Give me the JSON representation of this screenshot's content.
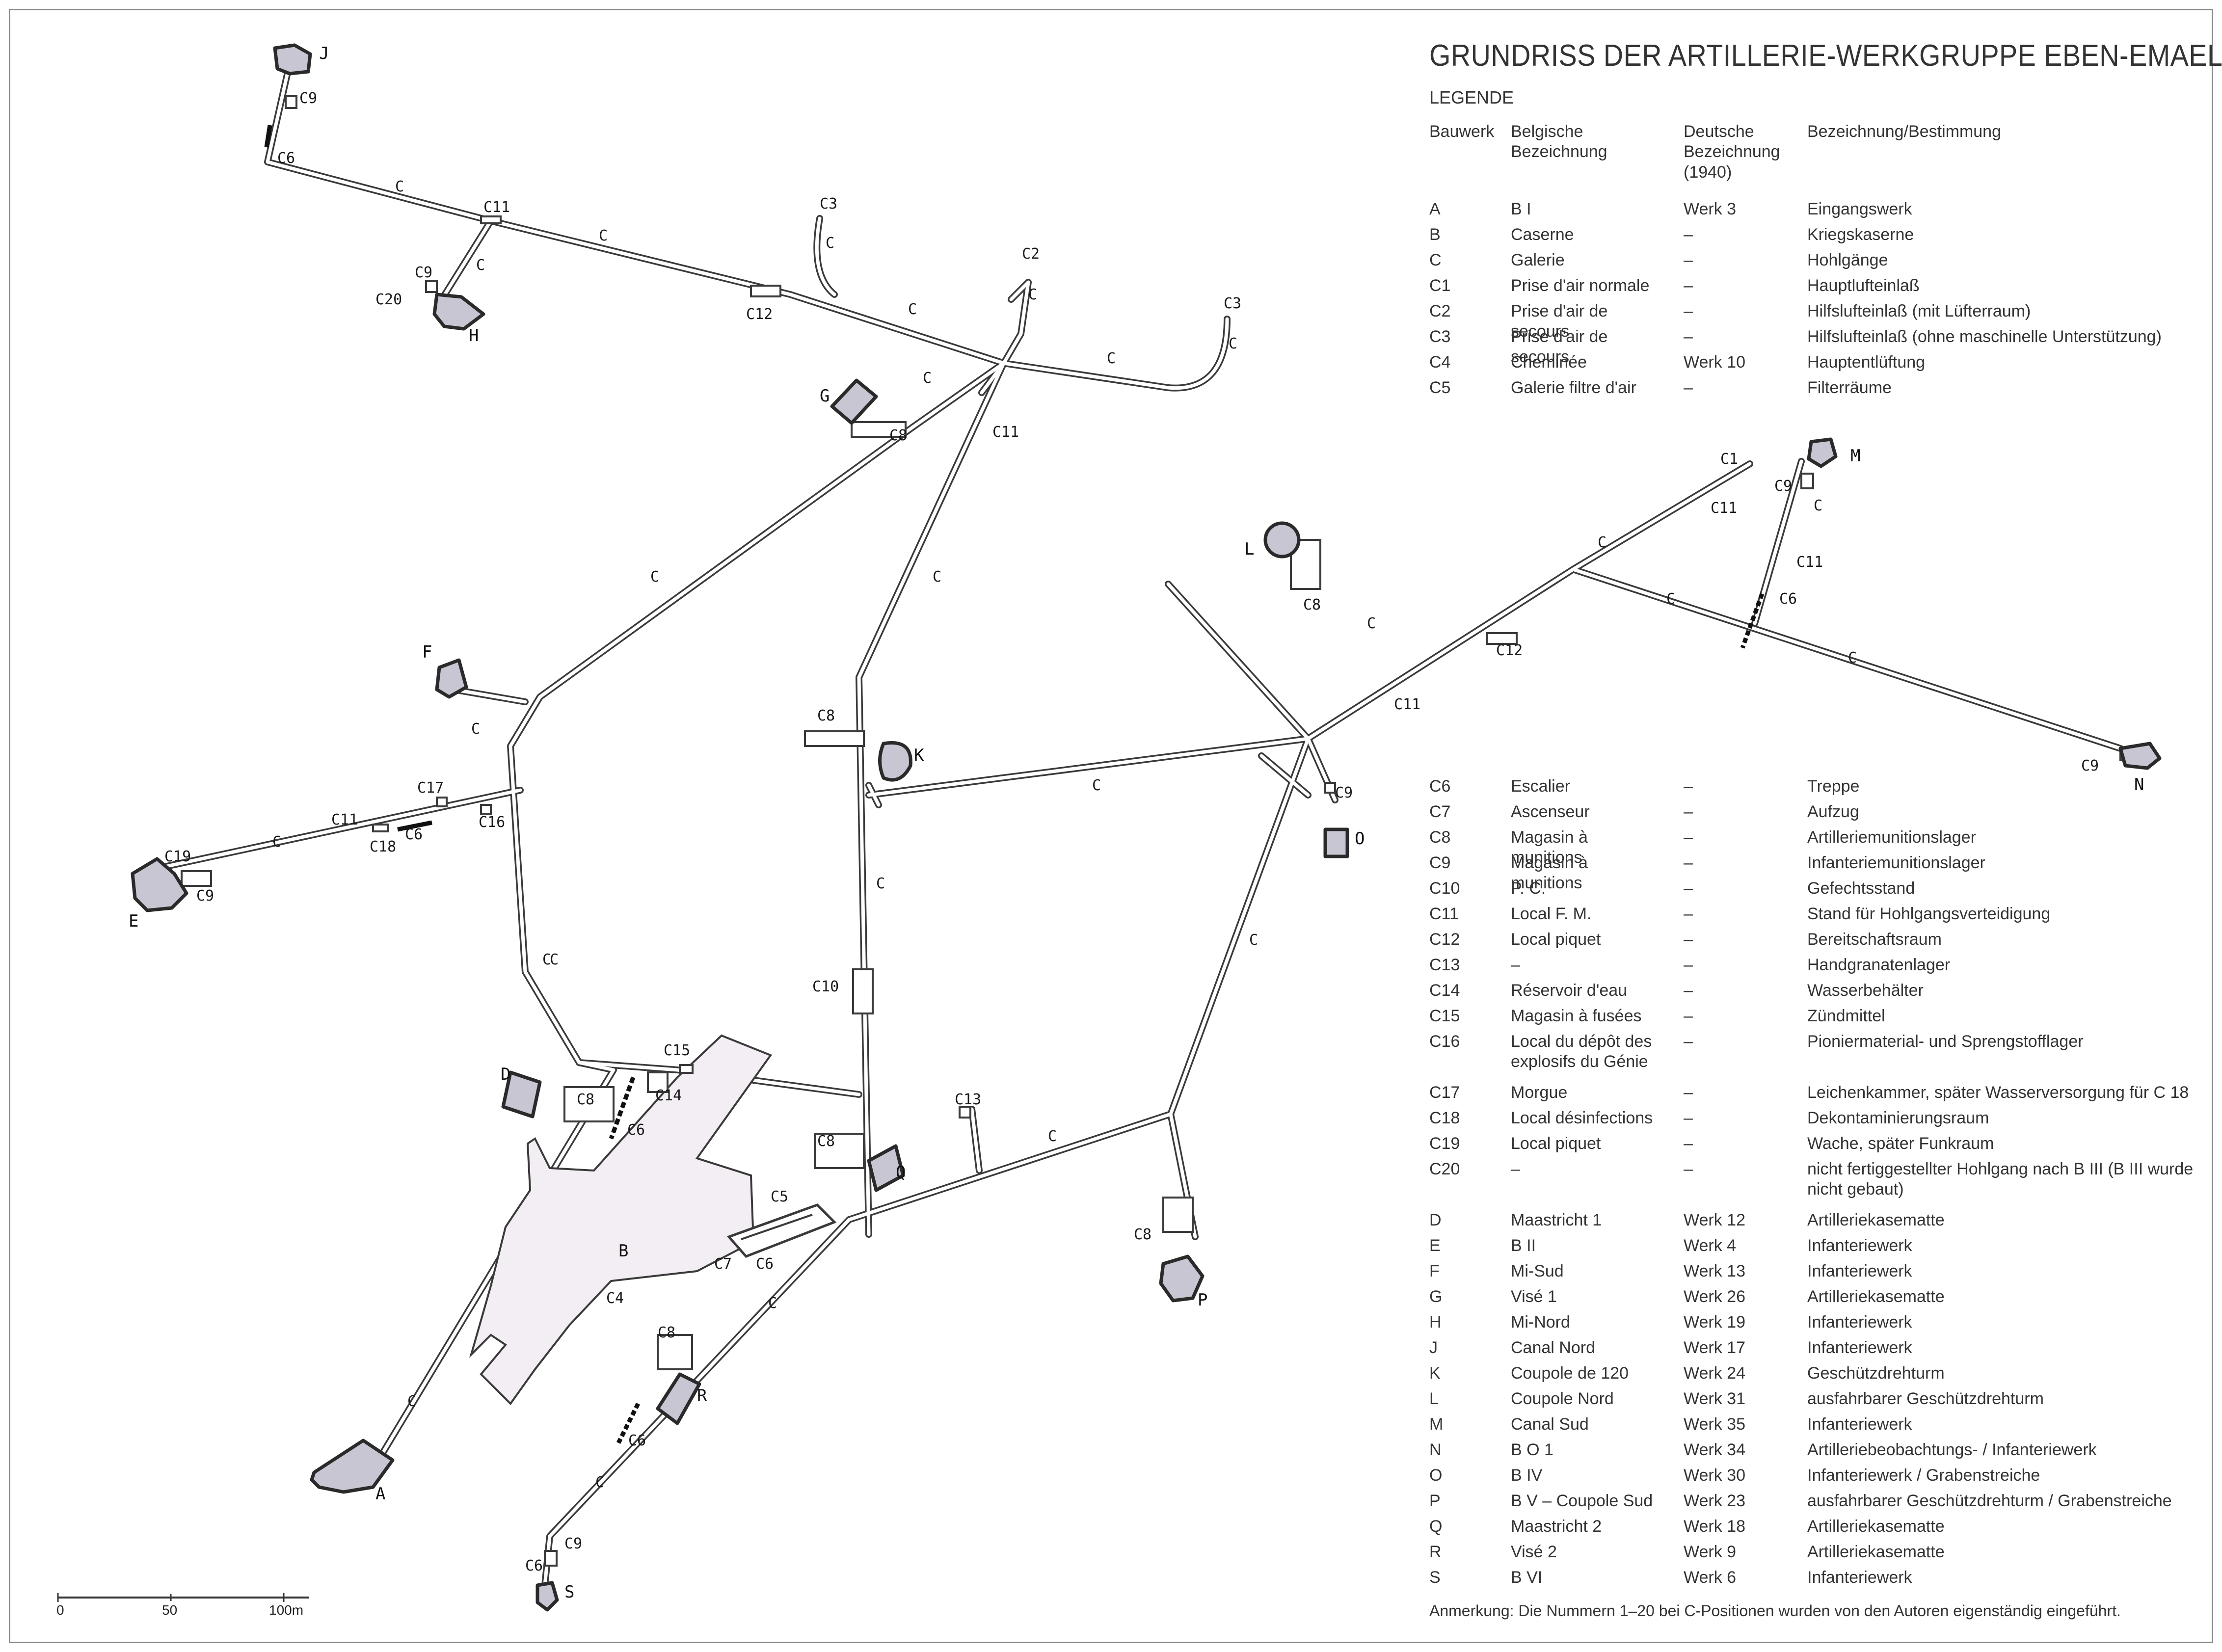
{
  "title": "GRUNDRISS DER ARTILLERIE-WERKGRUPPE EBEN-EMAEL",
  "legend_label": "LEGENDE",
  "legend_headers": {
    "bauwerk": "Bauwerk",
    "belgisch": "Belgische Bezeichnung",
    "deutsch": "Deutsche Bezeichnung (1940)",
    "bestimmung": "Bezeichnung/Bestimmung"
  },
  "legend_top": [
    {
      "code": "A",
      "be": "B I",
      "de": "Werk 3",
      "use": "Eingangswerk"
    },
    {
      "code": "B",
      "be": "Caserne",
      "de": "–",
      "use": "Kriegskaserne"
    },
    {
      "code": "C",
      "be": "Galerie",
      "de": "–",
      "use": "Hohlgänge"
    },
    {
      "code": "C1",
      "be": "Prise d'air normale",
      "de": "–",
      "use": "Hauptluftеinlaß"
    },
    {
      "code": "C2",
      "be": "Prise d'air de secours",
      "de": "–",
      "use": "Hilfsluftеinlaß (mit Lüfterraum)"
    },
    {
      "code": "C3",
      "be": "Prise d'air de secours",
      "de": "–",
      "use": "Hilfsluftеinlaß (ohne maschinelle Unterstützung)"
    },
    {
      "code": "C4",
      "be": "Cheminée",
      "de": "Werk 10",
      "use": "Hauptentlüftung"
    },
    {
      "code": "C5",
      "be": "Galerie filtre d'air",
      "de": "–",
      "use": "Filterräume"
    }
  ],
  "legend_bottom": [
    {
      "code": "C6",
      "be": "Escalier",
      "de": "–",
      "use": "Treppe"
    },
    {
      "code": "C7",
      "be": "Ascenseur",
      "de": "–",
      "use": "Aufzug"
    },
    {
      "code": "C8",
      "be": "Magasin à munitions",
      "de": "–",
      "use": "Artilleriemunitionslager"
    },
    {
      "code": "C9",
      "be": "Magasin à munitions",
      "de": "–",
      "use": "Infanteriemunitionslager"
    },
    {
      "code": "C10",
      "be": "P. C.",
      "de": "–",
      "use": "Gefechtsstand"
    },
    {
      "code": "C11",
      "be": "Local F. M.",
      "de": "–",
      "use": "Stand für Hohlgangsverteidigung"
    },
    {
      "code": "C12",
      "be": "Local piquet",
      "de": "–",
      "use": "Bereitschaftsraum"
    },
    {
      "code": "C13",
      "be": "–",
      "de": "–",
      "use": "Handgranatenlager"
    },
    {
      "code": "C14",
      "be": "Réservoir d'eau",
      "de": "–",
      "use": "Wasserbehälter"
    },
    {
      "code": "C15",
      "be": "Magasin à fusées",
      "de": "–",
      "use": "Zündmittel"
    },
    {
      "code": "C16",
      "be": "Local du dépôt des explosifs du Génie",
      "de": "–",
      "use": "Pioniermaterial- und Sprengstofflager",
      "tall": true
    },
    {
      "code": "C17",
      "be": "Morgue",
      "de": "–",
      "use": "Leichenkammer, später Wasserversorgung für C 18"
    },
    {
      "code": "C18",
      "be": "Local désinfections",
      "de": "–",
      "use": "Dekontaminierungsraum"
    },
    {
      "code": "C19",
      "be": "Local piquet",
      "de": "–",
      "use": "Wache, später Funkraum"
    },
    {
      "code": "C20",
      "be": "–",
      "de": "–",
      "use": "nicht fertiggestellter Hohlgang nach B III (B III wurde nicht gebaut)",
      "tall": true
    },
    {
      "code": "D",
      "be": "Maastricht 1",
      "de": "Werk 12",
      "use": "Artilleriekasematte"
    },
    {
      "code": "E",
      "be": "B II",
      "de": "Werk   4",
      "use": "Infanteriewerk"
    },
    {
      "code": "F",
      "be": "Mi-Sud",
      "de": "Werk 13",
      "use": "Infanteriewerk"
    },
    {
      "code": "G",
      "be": "Visé 1",
      "de": "Werk 26",
      "use": "Artilleriekasematte"
    },
    {
      "code": "H",
      "be": "Mi-Nord",
      "de": "Werk 19",
      "use": "Infanteriewerk"
    },
    {
      "code": "J",
      "be": "Canal Nord",
      "de": "Werk 17",
      "use": "Infanteriewerk"
    },
    {
      "code": "K",
      "be": "Coupole de 120",
      "de": "Werk 24",
      "use": "Geschützdrehturm"
    },
    {
      "code": "L",
      "be": "Coupole Nord",
      "de": "Werk 31",
      "use": "ausfahrbarer Geschützdrehturm"
    },
    {
      "code": "M",
      "be": "Canal Sud",
      "de": "Werk 35",
      "use": "Infanteriewerk"
    },
    {
      "code": "N",
      "be": "B O 1",
      "de": "Werk 34",
      "use": "Artilleriebeobachtungs- / Infanteriewerk"
    },
    {
      "code": "O",
      "be": "B IV",
      "de": "Werk 30",
      "use": "Infanteriewerk / Grabenstreiche"
    },
    {
      "code": "P",
      "be": "B V – Coupole Sud",
      "de": "Werk 23",
      "use": "ausfahrbarer Geschützdrehturm / Grabenstreiche"
    },
    {
      "code": "Q",
      "be": "Maastricht 2",
      "de": "Werk 18",
      "use": "Artilleriekasematte"
    },
    {
      "code": "R",
      "be": "Visé 2",
      "de": "Werk   9",
      "use": "Artilleriekasematte"
    },
    {
      "code": "S",
      "be": "B VI",
      "de": "Werk   6",
      "use": "Infanteriewerk"
    }
  ],
  "note": "Anmerkung: Die Nummern 1–20 bei C-Positionen wurden von den Autoren eigenständig eingeführt.",
  "scale": {
    "tick0": "0",
    "tick1": "50",
    "tick2": "100m"
  },
  "colors": {
    "bunker_fill": "#c9c6d3",
    "barracks_fill": "#f3eef3",
    "line": "#3a3a3a"
  },
  "map": {
    "sites": {
      "A": "A",
      "B": "B",
      "D": "D",
      "E": "E",
      "F": "F",
      "G": "G",
      "H": "H",
      "J": "J",
      "K": "K",
      "L": "L",
      "M": "M",
      "N": "N",
      "O": "O",
      "P": "P",
      "Q": "Q",
      "R": "R",
      "S": "S"
    },
    "galerie": "C",
    "codes": {
      "C1": "C1",
      "C2": "C2",
      "C3": "C3",
      "C4": "C4",
      "C5": "C5",
      "C6": "C6",
      "C7": "C7",
      "C8": "C8",
      "C9": "C9",
      "C10": "C10",
      "C11": "C11",
      "C12": "C12",
      "C13": "C13",
      "C14": "C14",
      "C15": "C15",
      "C16": "C16",
      "C17": "C17",
      "C18": "C18",
      "C19": "C19",
      "C20": "C20"
    }
  }
}
